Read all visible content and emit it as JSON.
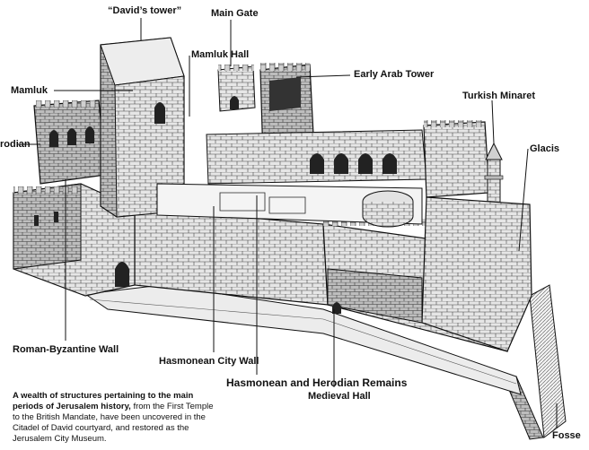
{
  "labels": {
    "davids_tower": "“David’s tower”",
    "main_gate": "Main Gate",
    "mamluk_hall": "Mamluk Hall",
    "mamluk": "Mamluk",
    "early_arab_tower": "Early Arab Tower",
    "turkish_minaret": "Turkish Minaret",
    "herodian": "rodian",
    "glacis": "Glacis",
    "roman_byzantine_wall": "Roman-Byzantine Wall",
    "hasmonean_city_wall": "Hasmonean City Wall",
    "hasmonean_herodian_remains": "Hasmonean and Herodian Remains",
    "medieval_hall": "Medieval Hall",
    "fosse": "Fosse"
  },
  "caption": {
    "bold_part": "A wealth of structures pertaining to the main periods of Jerusalem history,",
    "regular_part": " from the First Temple to the British Mandate, have been uncovered in the Citadel of David courtyard, and restored as the Jerusalem City Museum."
  },
  "colors": {
    "ink": "#111111",
    "paper": "#ffffff",
    "stone": "#d9d9d9",
    "shade": "#7a7a7a"
  }
}
